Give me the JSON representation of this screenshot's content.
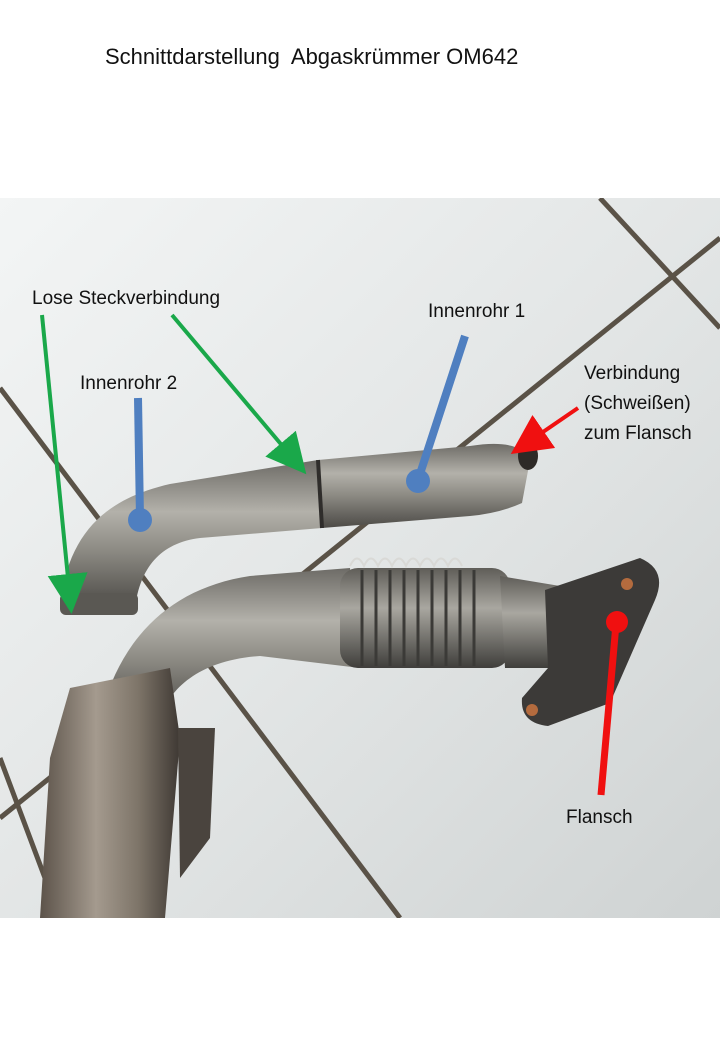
{
  "title": "Schnittdarstellung  Abgaskrümmer OM642",
  "labels": {
    "lose_steckverbindung": "Lose Steckverbindung",
    "innenrohr_1": "Innenrohr 1",
    "innenrohr_2": "Innenrohr 2",
    "verbindung_line1": "Verbindung",
    "verbindung_line2": "(Schweißen)",
    "verbindung_line3": "zum Flansch",
    "flansch": "Flansch"
  },
  "colors": {
    "green_arrow": "#1aa84a",
    "blue_marker": "#4f7fc0",
    "red_marker": "#f01010",
    "tile_light": "#e9eceb",
    "grout": "#5a5247",
    "metal": "#8d8b84"
  },
  "icons": [
    "arrow-icon",
    "pointer-dot-icon"
  ]
}
